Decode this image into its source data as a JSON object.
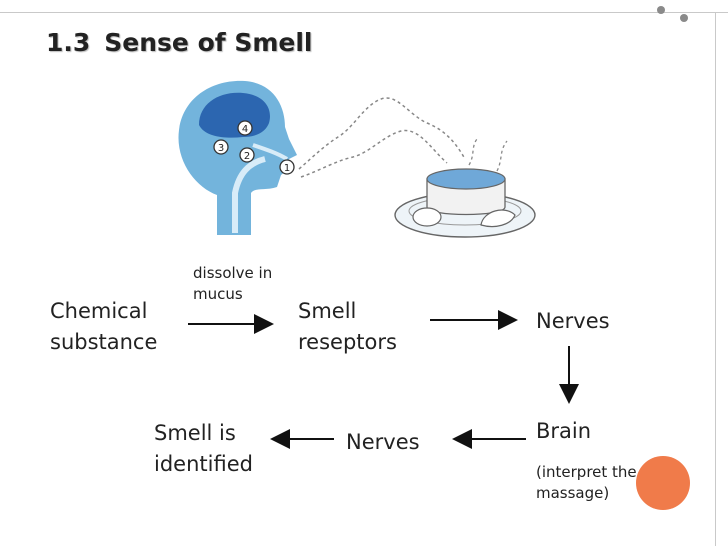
{
  "title": {
    "number": "1.3",
    "text": "Sense of Smell"
  },
  "illustration": {
    "markers": [
      "4",
      "3",
      "2",
      "1"
    ]
  },
  "flow": {
    "chemical": "Chemical substance",
    "dissolve": "dissolve in mucus",
    "receptors": "Smell reseptors",
    "nerves_top": "Nerves",
    "brain": "Brain",
    "brain_note": "(interpret the massage)",
    "nerves_bottom": "Nerves",
    "identified": "Smell is identified"
  },
  "colors": {
    "accent": "#f07b4a",
    "head": "#5aa7d6",
    "brain": "#2c66b0"
  }
}
